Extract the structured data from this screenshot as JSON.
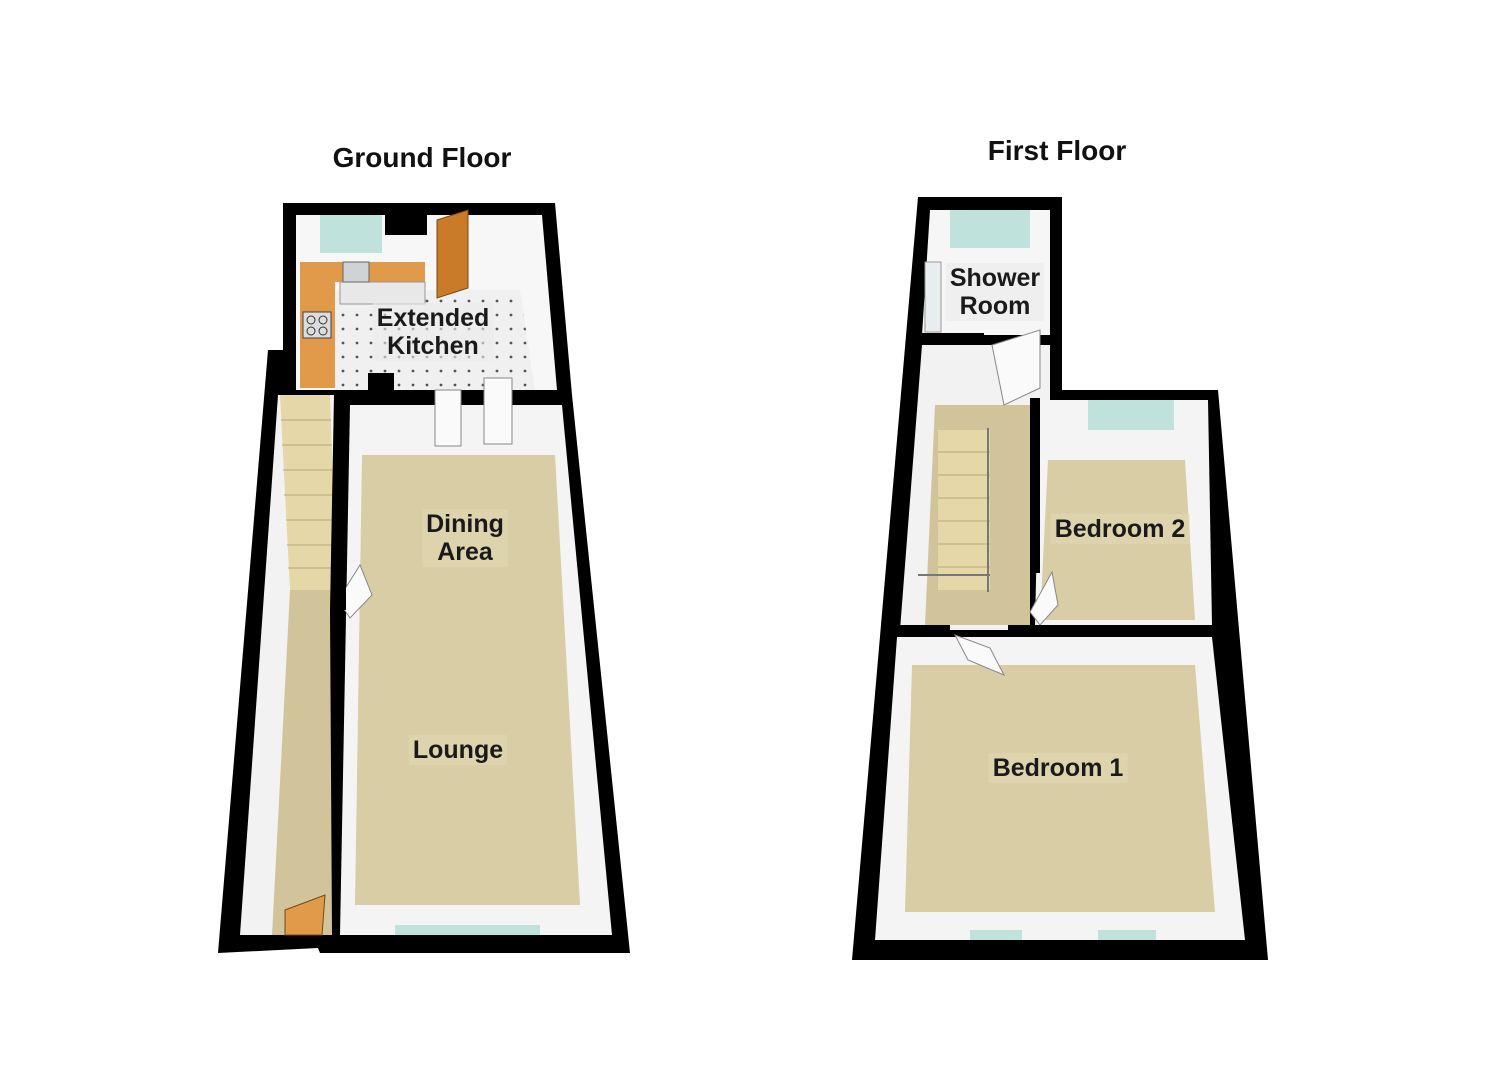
{
  "floors": {
    "ground": {
      "title": "Ground Floor",
      "rooms": {
        "kitchen": "Extended\nKitchen",
        "dining": "Dining\nArea",
        "lounge": "Lounge"
      }
    },
    "first": {
      "title": "First Floor",
      "rooms": {
        "shower": "Shower\nRoom",
        "bedroom2": "Bedroom 2",
        "bedroom1": "Bedroom 1"
      }
    }
  },
  "colors": {
    "wall": "#000000",
    "floor_carpet": "#d8cda4",
    "floor_tile": "#eeeeee",
    "wall_inner": "#f4f4f4",
    "worktop": "#e09a4a",
    "door_wood": "#c97b2a",
    "window_glass": "#bfe3dc"
  }
}
